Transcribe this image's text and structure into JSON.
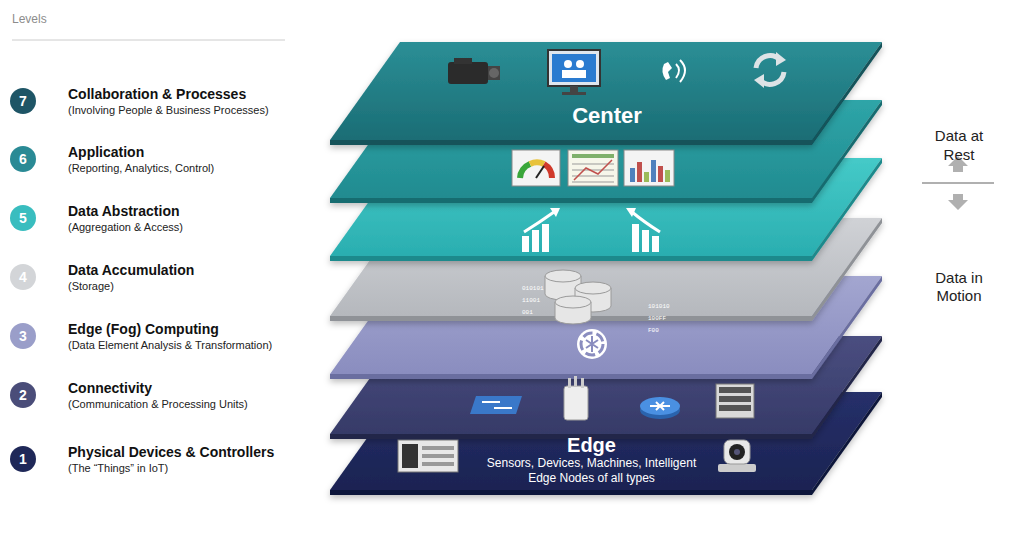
{
  "diagram": {
    "nodes": [
      {
        "text": [
          "7",
          "Collaboration & Processes",
          "(Involving People & Business Processes)"
        ]
      },
      {
        "text": [
          "6",
          "Application",
          "(Reporting, Analytics, Control)"
        ]
      },
      {
        "text": [
          "5",
          "Data Abstraction",
          "(Aggregation & Access)"
        ]
      },
      {
        "text": [
          "4",
          "Data Accumulation",
          "(Storage)"
        ]
      },
      {
        "text": [
          "3",
          "Edge (Fog) Computing",
          "(Data Element Analysis & Transformation)"
        ]
      },
      {
        "text": [
          "2",
          "Connectivity",
          "(Communication & Processing Units)"
        ]
      },
      {
        "text": [
          "1",
          "Physical Devices & Controllers",
          "(The “Things” in IoT)"
        ]
      },
      {
        "text": [
          "Center"
        ]
      },
      {
        "text": [
          "Edge",
          "Sensors, Devices, Machines, Intelligent Edge Nodes of all types"
        ]
      }
    ],
    "labels": [
      "Levels",
      "Data at Rest",
      "Data in Motion",
      "010101",
      "11001",
      "001",
      "101010",
      "100FF",
      "F00"
    ]
  }
}
